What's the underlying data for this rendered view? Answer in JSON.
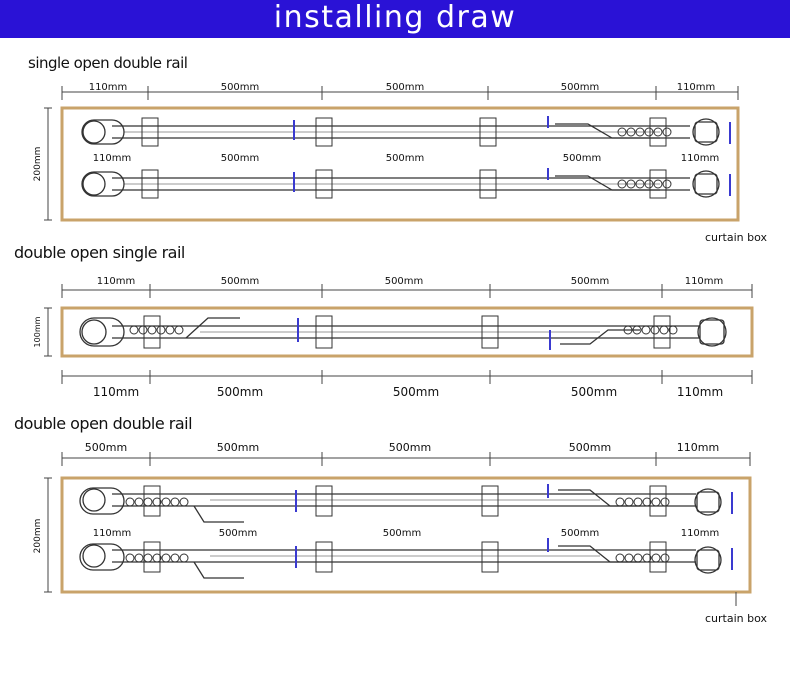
{
  "header": {
    "title": "installing draw"
  },
  "sections": [
    {
      "title": "single open double rail"
    },
    {
      "title": "double open single rail"
    },
    {
      "title": "double open double rail"
    }
  ],
  "labels": {
    "curtain_box": "curtain box",
    "dim_110": "110mm",
    "dim_500": "500mm",
    "dim_200": "200mm",
    "dim_100": "100mm"
  },
  "colors": {
    "banner": "#2a12d6",
    "curtain_box": "#c9a36a",
    "dimension": "#3a3ad0",
    "line": "#333333"
  }
}
